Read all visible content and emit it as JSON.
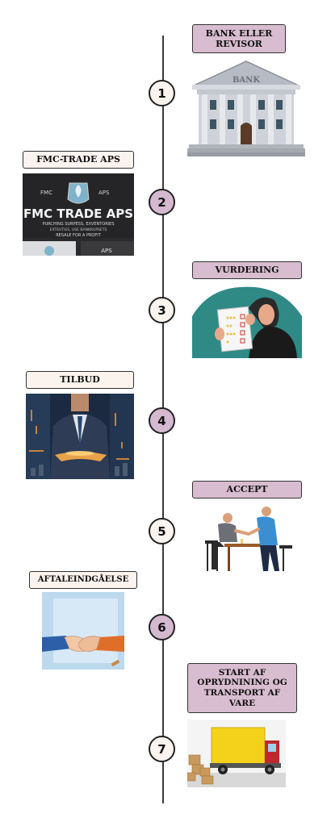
{
  "steps": [
    {
      "number": "1",
      "label": "BANK ELLER REVISOR"
    },
    {
      "number": "2",
      "label": "FMC-TRADE APS"
    },
    {
      "number": "3",
      "label": "VURDERING"
    },
    {
      "number": "4",
      "label": "TILBUD"
    },
    {
      "number": "5",
      "label": "ACCEPT"
    },
    {
      "number": "6",
      "label": "AFTALEINDGÅELSE"
    },
    {
      "number": "7",
      "label": "START AF OPRYDNINING OG TRANSPORT AF VARE"
    }
  ],
  "images": {
    "bank_sign": "BANK",
    "fmc_logo_top_left": "FMC",
    "fmc_logo_top_right": "APS",
    "fmc_title": "FMC TRADE APS",
    "fmc_subtitle_1": "PURCHING SURPESS, EXVENTORIES",
    "fmc_subtitle_2": "EXTEUTIES, USE BANKRUPSETS",
    "fmc_subtitle_3": "RESALE FOR A PROFIT",
    "fmc_bottom": "APS"
  }
}
